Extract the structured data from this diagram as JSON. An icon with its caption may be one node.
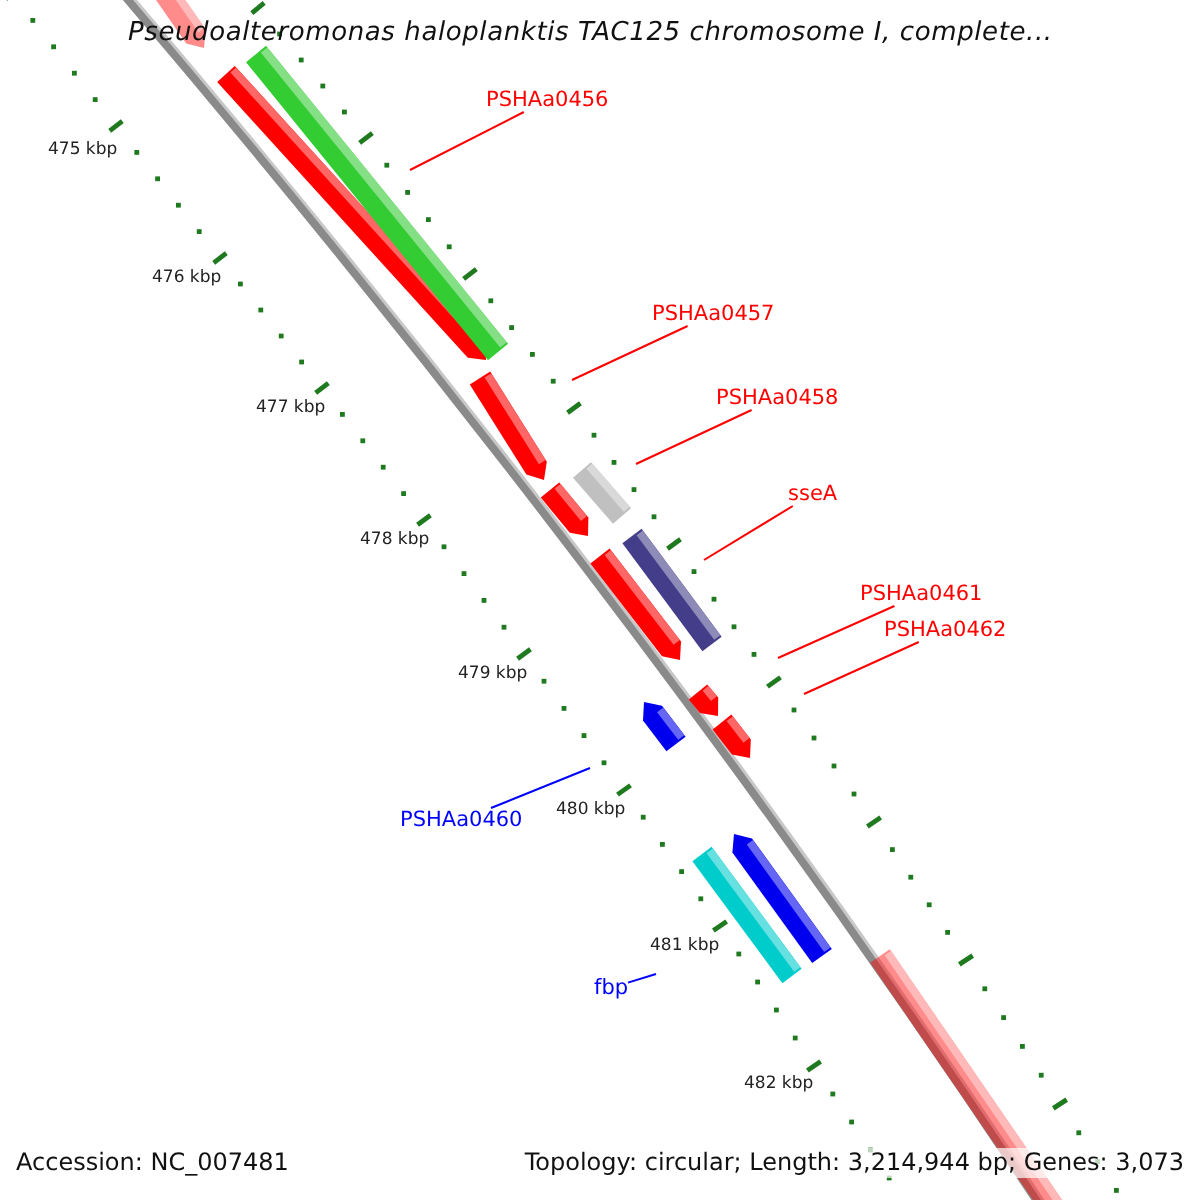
{
  "diagram": {
    "title": "Pseudoalteromonas haloplanktis TAC125 chromosome I, complete...",
    "nodes": [
      {
        "text": [
          "PSHAa0456"
        ]
      },
      {
        "text": [
          "PSHAa0457"
        ]
      },
      {
        "text": [
          "PSHAa0458"
        ]
      },
      {
        "text": [
          "sseA"
        ]
      },
      {
        "text": [
          "PSHAa0461"
        ]
      },
      {
        "text": [
          "PSHAa0462"
        ]
      },
      {
        "text": [
          "PSHAa0460"
        ]
      },
      {
        "text": [
          "fbp"
        ]
      },
      {
        "text": [],
        "shape": "bar"
      },
      {
        "text": [],
        "shape": "bar"
      },
      {
        "text": [],
        "shape": "bar"
      },
      {
        "text": [],
        "shape": "bar"
      },
      {
        "text": [],
        "shape": "bar"
      },
      {
        "text": [],
        "shape": "bar"
      },
      {
        "text": [],
        "shape": "bar"
      },
      {
        "text": [],
        "shape": "bar"
      },
      {
        "text": [],
        "shape": "bar"
      },
      {
        "text": [],
        "shape": "bar"
      },
      {
        "text": [],
        "shape": "bar"
      },
      {
        "text": [],
        "shape": "bar"
      },
      {
        "text": [],
        "shape": "bar"
      },
      {
        "text": [],
        "shape": "bar"
      }
    ],
    "edges": [
      {
        "from": 0,
        "to": null,
        "arrow": "none"
      },
      {
        "from": 1,
        "to": null,
        "arrow": "none"
      },
      {
        "from": 2,
        "to": null,
        "arrow": "none"
      },
      {
        "from": 3,
        "to": null,
        "arrow": "none"
      },
      {
        "from": 4,
        "to": null,
        "arrow": "none"
      },
      {
        "from": 5,
        "to": null,
        "arrow": "none"
      },
      {
        "from": 6,
        "to": null,
        "arrow": "none",
        "color": "#0000ff"
      },
      {
        "from": 7,
        "to": null,
        "arrow": "none",
        "color": "#0000ff"
      }
    ],
    "labels": [
      "475 kbp",
      "476 kbp",
      "477 kbp",
      "478 kbp",
      "479 kbp",
      "480 kbp",
      "481 kbp",
      "482 kbp",
      "Accession: NC_007481",
      "Topology: circular; Length: 3,214,944 bp; Genes: 3,073"
    ]
  }
}
